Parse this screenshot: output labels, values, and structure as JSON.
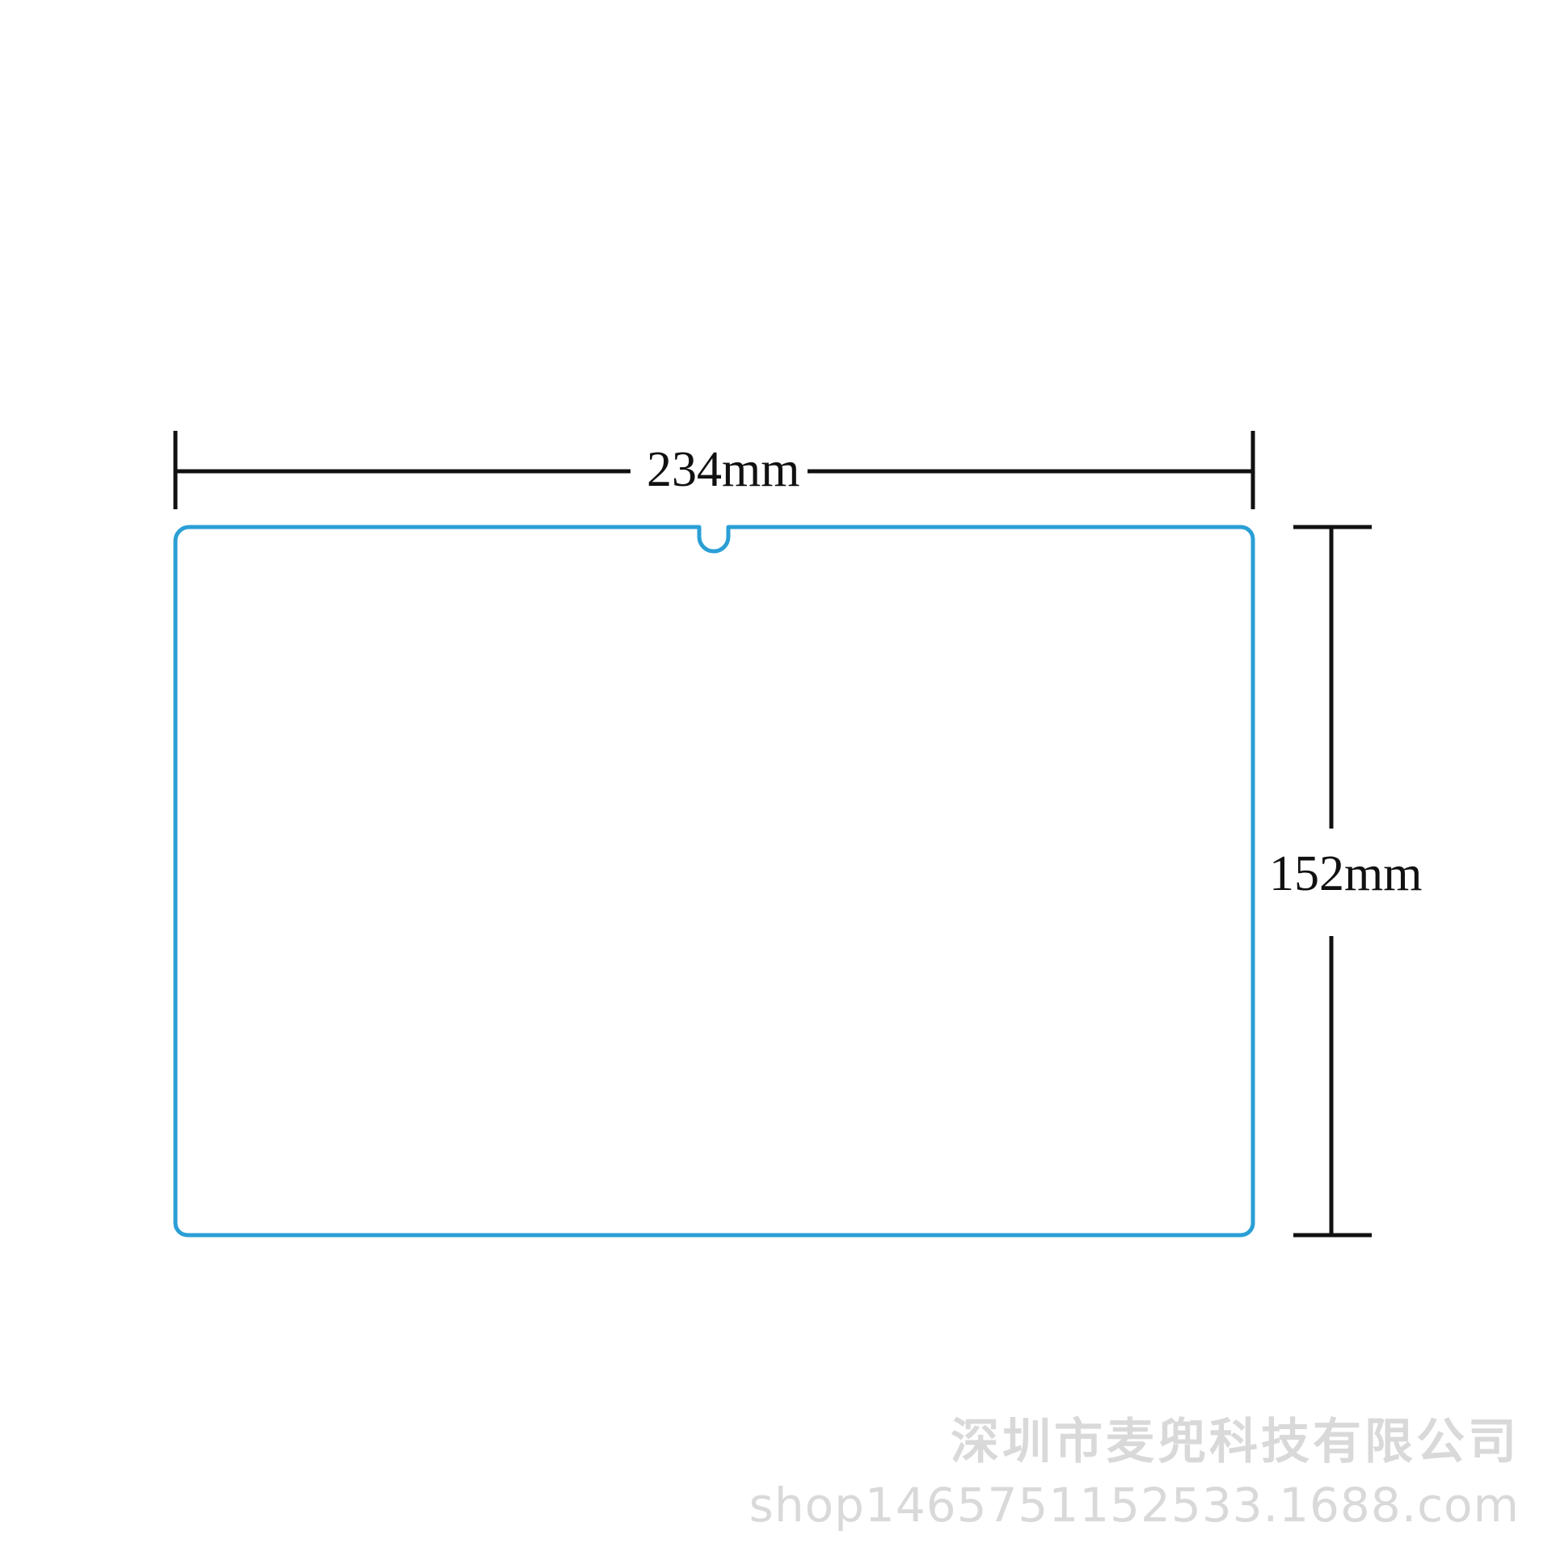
{
  "dimensions": {
    "width_label": "234mm",
    "height_label": "152mm"
  },
  "colors": {
    "outline": "#2a9fd6",
    "dimension_lines": "#111111",
    "watermark": "#d9d9d9"
  },
  "watermark": {
    "company": "深圳市麦兜科技有限公司",
    "shop": "shop1465751152533.1688.com"
  }
}
